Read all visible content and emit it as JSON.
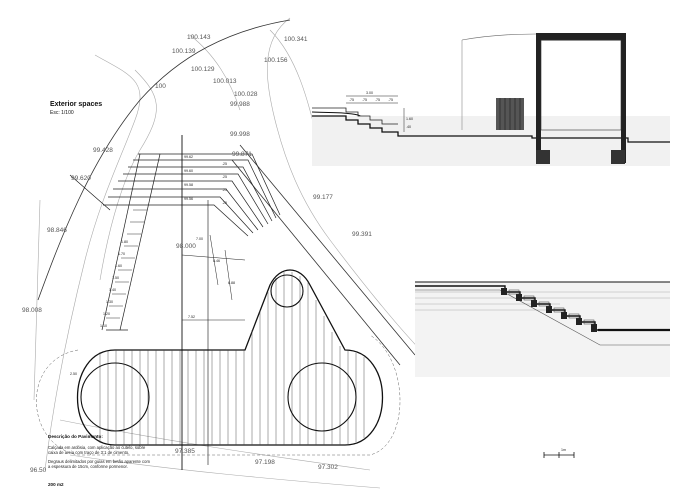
{
  "plan": {
    "title": "Exterior spaces",
    "scale": "Esc: 1/100",
    "elevations": [
      "100.143",
      "100.139",
      "100.129",
      "100.013",
      "100.028",
      "99.988",
      "100.341",
      "100.156",
      "100",
      "99.998",
      "99.871",
      "99.428",
      "99.620",
      "98.846",
      "98.008",
      "99.177",
      "99.391",
      "98.000",
      "97.385",
      "97.198",
      "97.302",
      "96.50"
    ],
    "stair_widths": [
      "1.10",
      "1.20",
      "1.30",
      "1.40",
      "1.50",
      "1.60",
      "1.70",
      "1.80"
    ],
    "stair_levels": [
      "99.62",
      "99.60",
      "99.58",
      "99.56"
    ],
    "step_labels": [
      ".25",
      ".25",
      ".25",
      ".25"
    ],
    "dims": [
      "7.00",
      "7.52",
      "8.46",
      "6.88",
      "2.50"
    ],
    "pavement_notes": {
      "heading": "Descrição do Pavimento:",
      "line1": "Calçada em ardósia, com aplicação ao cutelo, sobre",
      "line2": "caixa de areia  com traço de 3:1 de cimento.",
      "line3": "Degraus delimitados por guias em betão aparente com",
      "line4": "a espessura de 15cm, conforme pormenor.",
      "area": "200 m2"
    }
  },
  "section": {
    "dim_total": "3.00",
    "dim_parts": [
      ".75",
      ".75",
      ".75",
      ".75"
    ],
    "dim_vertical": [
      "1.60",
      ".40"
    ]
  },
  "scale_bar": {
    "label": "1m"
  }
}
